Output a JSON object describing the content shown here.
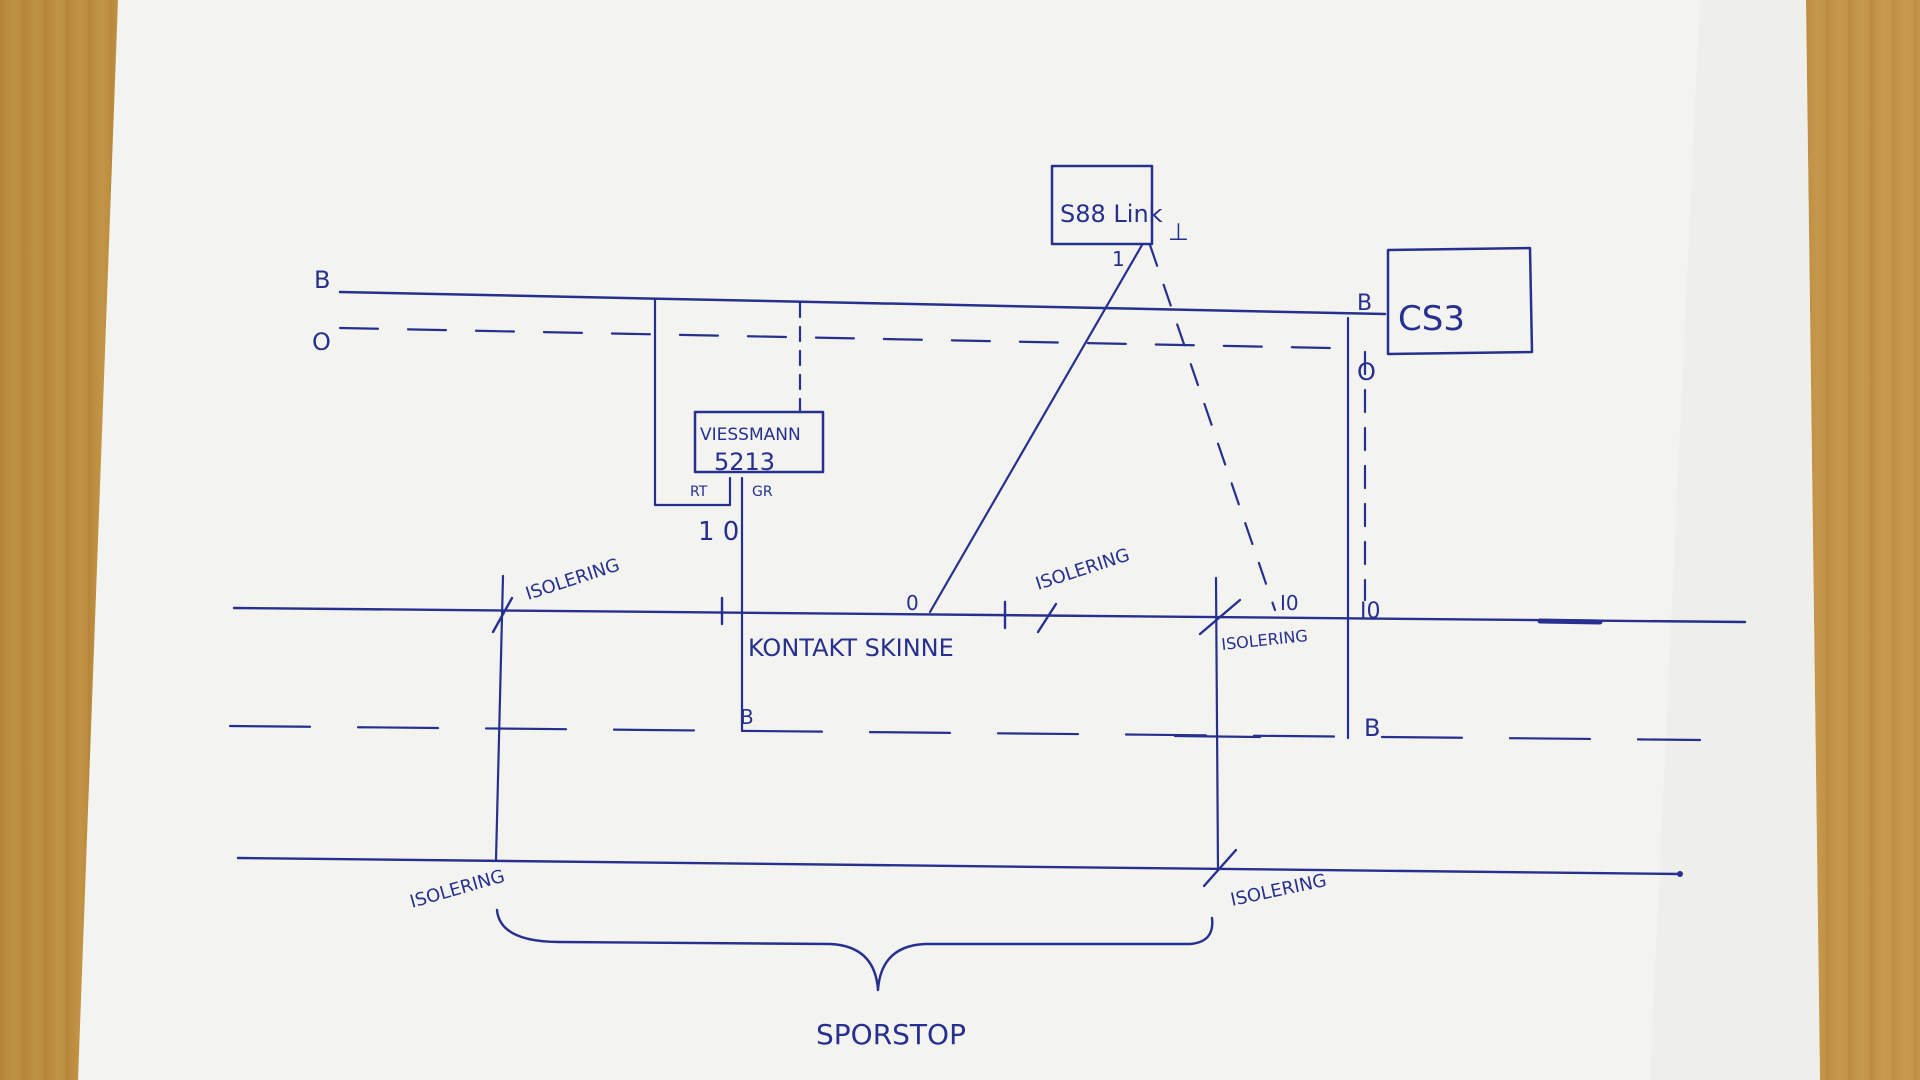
{
  "labels": {
    "b_top_left": "B",
    "o_top_left": "O",
    "s88_box": "S88 Link",
    "s88_pin1": "1",
    "s88_pin_ground": "⊥",
    "cs3_box": "CS3",
    "cs3_b": "B",
    "cs3_o": "O",
    "viessmann_line1": "VIESSMANN",
    "viessmann_line2": "5213",
    "viessmann_rt": "RT",
    "viessmann_gr": "GR",
    "viessmann_io": "1 0",
    "isolering_top_left": "ISOLERING",
    "isolering_top_mid": "ISOLERING",
    "isolering_right_mid": "ISOLERING",
    "isolering_bottom_left": "ISOLERING",
    "isolering_bottom_right": "ISOLERING",
    "kontakt_skinne": "KONTAKT SKINNE",
    "zero_on_rail": "0",
    "io_mid": "I0",
    "io_right": "I0",
    "b_track_mid": "B",
    "b_track_right": "B",
    "sporstop": "SPORSTOP"
  },
  "colors": {
    "ink": "#27308f",
    "paper": "#f4f4f1",
    "wood": "#c29346"
  }
}
